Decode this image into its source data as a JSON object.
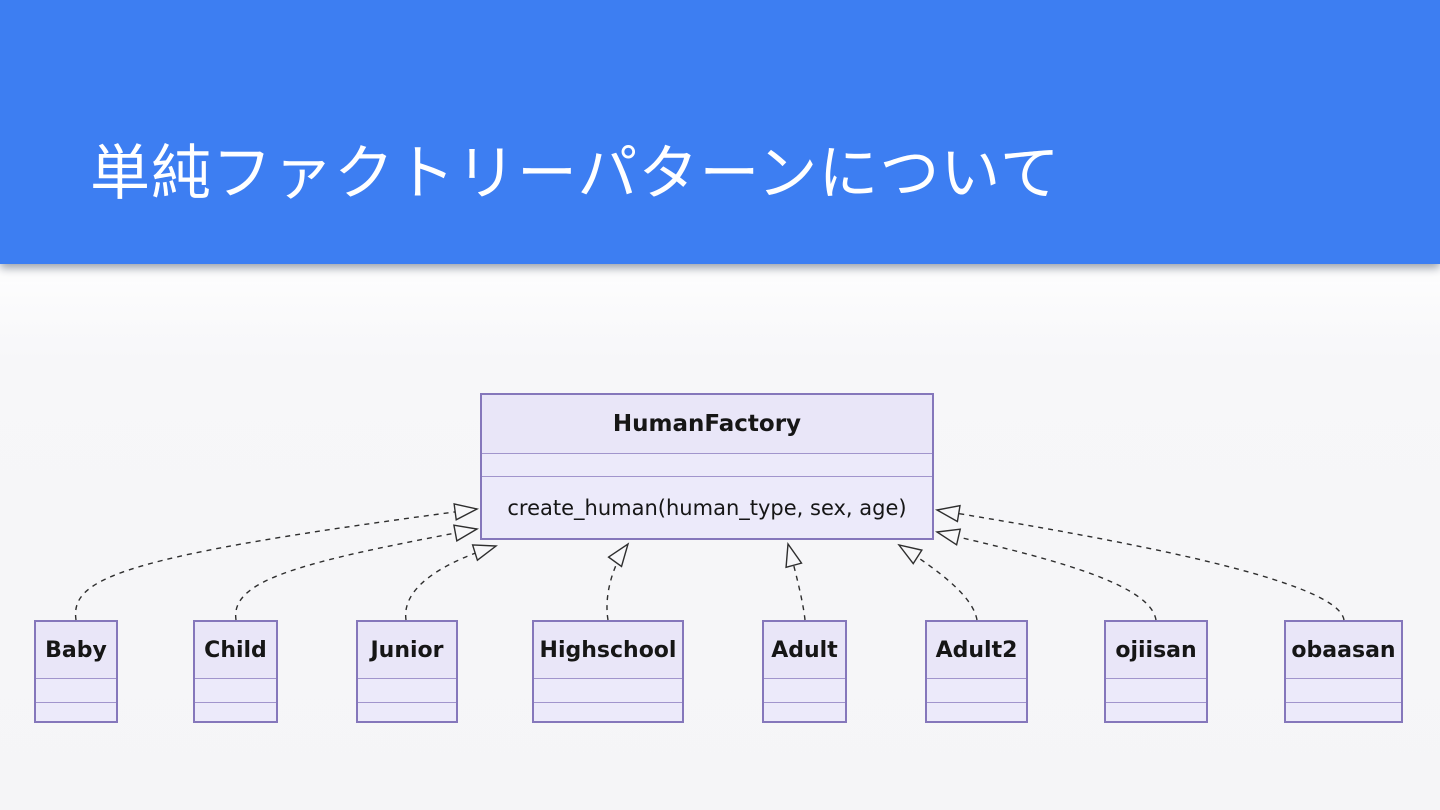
{
  "slide": {
    "title": "単純ファクトリーパターンについて"
  },
  "theme": {
    "header_bg": "#3d7ef2",
    "header_text": "#ffffff",
    "canvas_bg": "#f7f7f9",
    "box_fill": "#eceafa",
    "box_title_fill": "#e9e6f8",
    "box_border": "#8577bb",
    "compartment_divider": "#a195cc",
    "connector_line": "#2e2e2e"
  },
  "diagram": {
    "type": "uml-class-diagram",
    "factory": {
      "name": "HumanFactory",
      "attributes": "",
      "methods": "create_human(human_type, sex, age)"
    },
    "children": [
      {
        "name": "Baby"
      },
      {
        "name": "Child"
      },
      {
        "name": "Junior"
      },
      {
        "name": "Highschool"
      },
      {
        "name": "Adult"
      },
      {
        "name": "Adult2"
      },
      {
        "name": "ojiisan"
      },
      {
        "name": "obaasan"
      }
    ],
    "relations": [
      {
        "from": "Baby",
        "to": "HumanFactory",
        "style": "dashed, hollow triangle arrow"
      },
      {
        "from": "Child",
        "to": "HumanFactory",
        "style": "dashed, hollow triangle arrow"
      },
      {
        "from": "Junior",
        "to": "HumanFactory",
        "style": "dashed, hollow triangle arrow"
      },
      {
        "from": "Highschool",
        "to": "HumanFactory",
        "style": "dashed, hollow triangle arrow"
      },
      {
        "from": "Adult",
        "to": "HumanFactory",
        "style": "dashed, hollow triangle arrow"
      },
      {
        "from": "Adult2",
        "to": "HumanFactory",
        "style": "dashed, hollow triangle arrow"
      },
      {
        "from": "ojiisan",
        "to": "HumanFactory",
        "style": "dashed, hollow triangle arrow"
      },
      {
        "from": "obaasan",
        "to": "HumanFactory",
        "style": "dashed, hollow triangle arrow"
      }
    ]
  }
}
